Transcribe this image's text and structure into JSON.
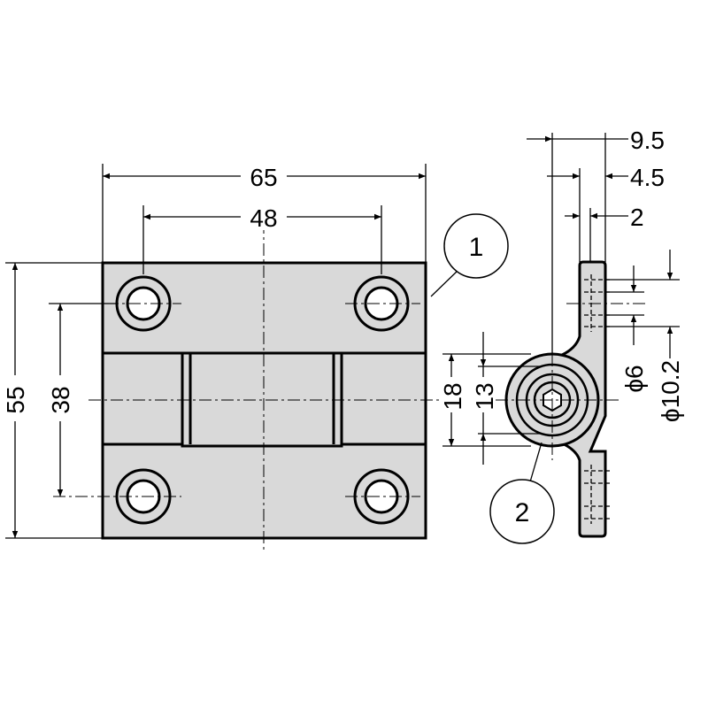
{
  "front_view": {
    "dim_overall_width": "65",
    "dim_hole_spacing_horizontal": "48",
    "dim_overall_height": "55",
    "dim_hole_spacing_vertical": "38"
  },
  "side_view": {
    "dim_total_depth": "9.5",
    "dim_leaf_offset": "4.5",
    "dim_leaf_thickness": "2",
    "dim_outer_diameter_height": "18",
    "dim_inner_height": "13",
    "dim_hole_diameter": "ϕ6",
    "dim_counterbore_diameter": "ϕ10.2"
  },
  "callouts": [
    "1",
    "2"
  ],
  "colors": {
    "part_fill": "#d9d9d9",
    "line": "#000000"
  }
}
